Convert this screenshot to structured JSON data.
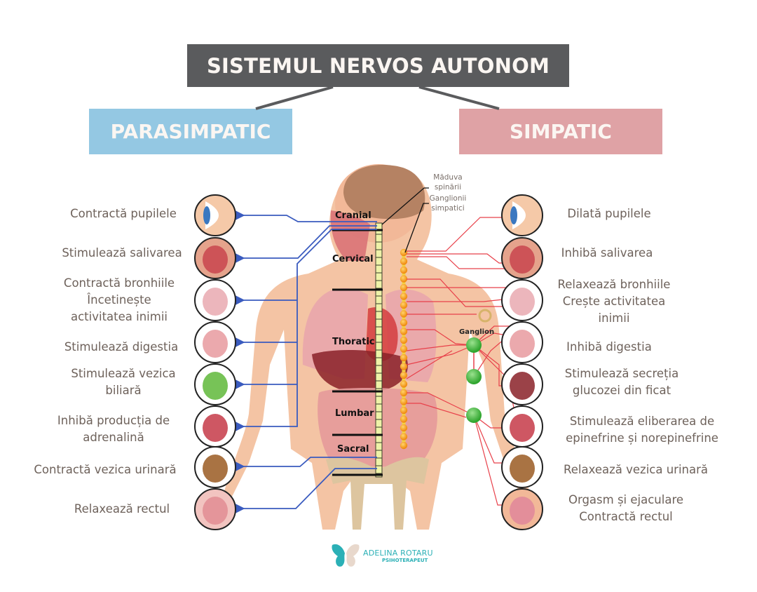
{
  "title": "SISTEMUL NERVOS AUTONOM",
  "branches": {
    "left": "PARASIMPATIC",
    "right": "SIMPATIC"
  },
  "colors": {
    "title_bg": "#5a5b5d",
    "parasympathetic": "#94c8e3",
    "sympathetic": "#dfa2a5",
    "parasympathetic_lines": "#3a5bbf",
    "sympathetic_lines": "#e8404a",
    "ganglion": "#4cc04a",
    "label_text": "#6e625b"
  },
  "anatomy": {
    "spinal_cord_label": "Măduva spinării",
    "ganglia_label": "Ganglionii simpatici",
    "ganglion_label": "Ganglion",
    "regions": [
      "Cranial",
      "Cervical",
      "Thoratic",
      "Lumbar",
      "Sacral"
    ]
  },
  "parasympathetic": [
    {
      "organ": "eye-icon",
      "lines": [
        "Contractă pupilele"
      ]
    },
    {
      "organ": "mouth-icon",
      "lines": [
        "Stimulează salivarea"
      ]
    },
    {
      "organ": "lungs-heart-icon",
      "lines": [
        "Contractă bronhiile",
        "Încetinește",
        "activitatea inimii"
      ]
    },
    {
      "organ": "stomach-intestine-icon",
      "lines": [
        "Stimulează digestia"
      ]
    },
    {
      "organ": "gallbladder-icon",
      "lines": [
        "Stimulează vezica",
        "biliară"
      ]
    },
    {
      "organ": "kidney-adrenal-icon",
      "lines": [
        "Inhibă producția de",
        "adrenalină"
      ]
    },
    {
      "organ": "bladder-icon",
      "lines": [
        "Contractă vezica urinară"
      ]
    },
    {
      "organ": "rectum-icon",
      "lines": [
        "Relaxează rectul"
      ]
    }
  ],
  "sympathetic": [
    {
      "organ": "eye-icon",
      "lines": [
        "Dilată pupilele"
      ]
    },
    {
      "organ": "mouth-icon",
      "lines": [
        "Inhibă salivarea"
      ]
    },
    {
      "organ": "lungs-heart-icon",
      "lines": [
        "Relaxează bronhiile",
        "Crește activitatea",
        "inimii"
      ]
    },
    {
      "organ": "stomach-intestine-icon",
      "lines": [
        "Inhibă digestia"
      ]
    },
    {
      "organ": "liver-icon",
      "lines": [
        "Stimulează secreția",
        "glucozei din ficat"
      ]
    },
    {
      "organ": "kidney-adrenal-icon",
      "lines": [
        "Stimulează eliberarea de",
        "epinefrine și norepinefrine"
      ]
    },
    {
      "organ": "bladder-icon",
      "lines": [
        "Relaxează vezica urinară"
      ]
    },
    {
      "organ": "genital-icon",
      "lines": [
        "Orgasm și ejaculare",
        "Contractă rectul"
      ]
    }
  ],
  "logo": {
    "name": "ADELINA ROTARU",
    "subtitle": "PSIHOTERAPEUT"
  }
}
